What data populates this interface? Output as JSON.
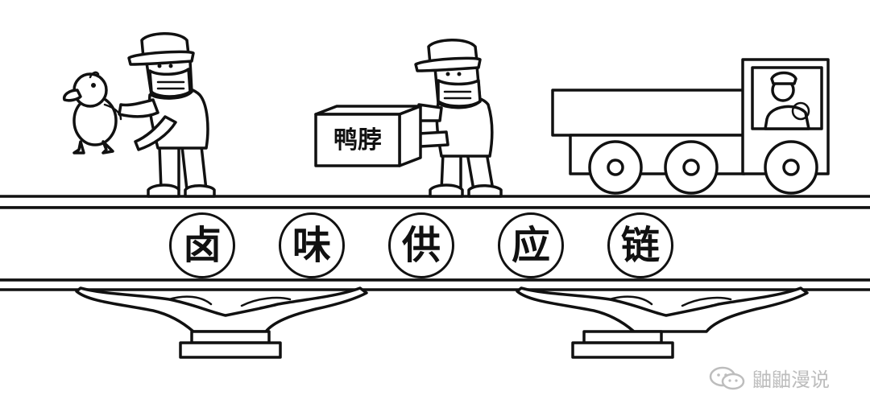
{
  "banner": {
    "chars": [
      "卤",
      "味",
      "供",
      "应",
      "链"
    ]
  },
  "box": {
    "label": "鸭脖"
  },
  "watermark": {
    "text": "鼬鼬漫说",
    "icon": "wechat-icon",
    "color": "#bdbdbd"
  }
}
